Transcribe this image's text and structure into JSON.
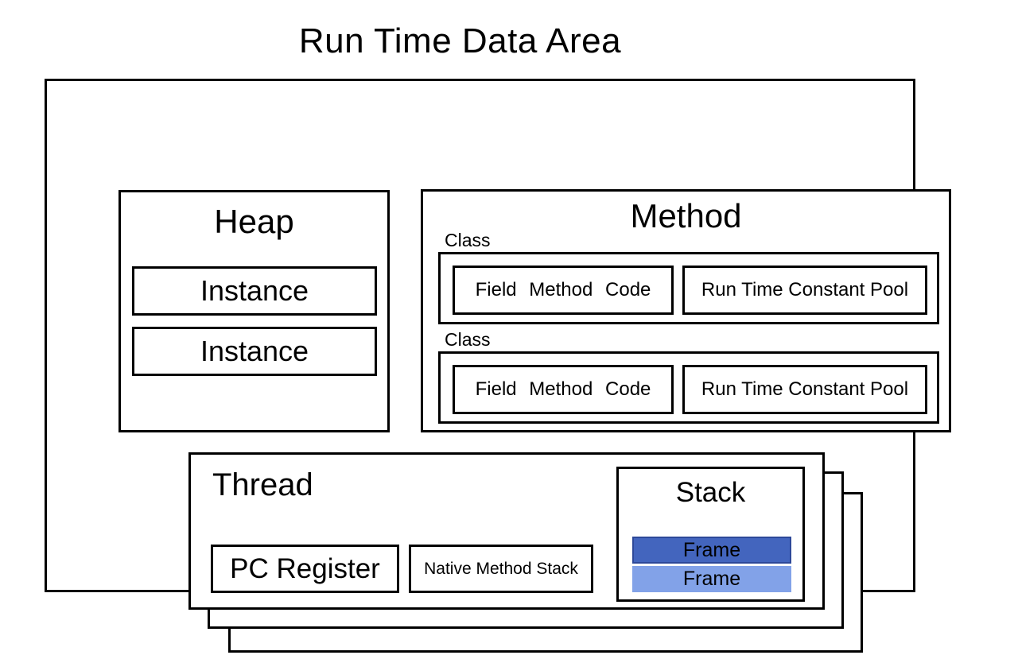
{
  "title": "Run Time Data Area",
  "heap": {
    "label": "Heap",
    "instances": [
      {
        "label": "Instance"
      },
      {
        "label": "Instance"
      }
    ]
  },
  "method": {
    "label": "Method",
    "classes": [
      {
        "label": "Class",
        "members": "Field Method Code",
        "pool": "Run Time Constant Pool"
      },
      {
        "label": "Class",
        "members": "Field Method Code",
        "pool": "Run Time Constant Pool"
      }
    ]
  },
  "thread": {
    "label": "Thread",
    "pc_register_label": "PC Register",
    "native_method_stack_label": "Native Method Stack",
    "stack": {
      "label": "Stack",
      "frames": [
        {
          "label": "Frame",
          "color": "#4365be"
        },
        {
          "label": "Frame",
          "color": "#82a2e8"
        }
      ]
    }
  },
  "colors": {
    "background": "#ffffff",
    "line": "#000000",
    "frame_dark_fill": "#4365be",
    "frame_dark_border": "#2d4899",
    "frame_light_fill": "#82a2e8"
  }
}
